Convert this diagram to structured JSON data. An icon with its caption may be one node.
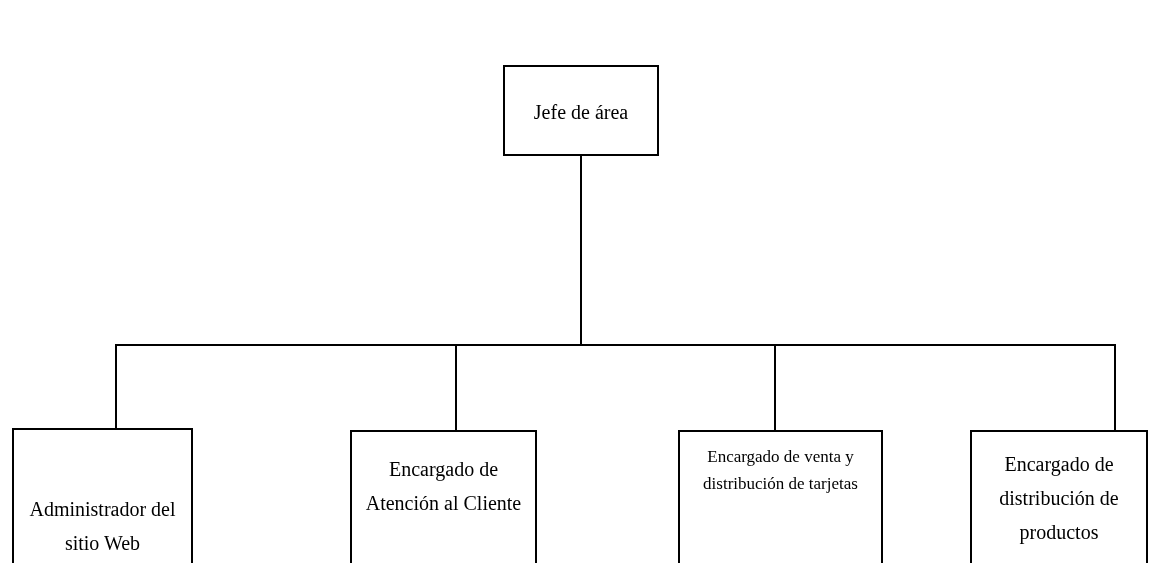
{
  "diagram": {
    "nodes": [
      {
        "text": [
          "Jefe de área"
        ]
      },
      {
        "text": [
          "Administrador del sitio Web"
        ]
      },
      {
        "text": [
          "Encargado de Atención al Cliente"
        ]
      },
      {
        "text": [
          "Encargado de venta y distribución de tarjetas"
        ]
      },
      {
        "text": [
          "Encargado de distribución de productos"
        ]
      }
    ],
    "edges": [
      {
        "from": 0,
        "to": 1,
        "arrow": "none"
      },
      {
        "from": 0,
        "to": 2,
        "arrow": "none"
      },
      {
        "from": 0,
        "to": 3,
        "arrow": "none"
      },
      {
        "from": 0,
        "to": 4,
        "arrow": "none"
      }
    ]
  }
}
